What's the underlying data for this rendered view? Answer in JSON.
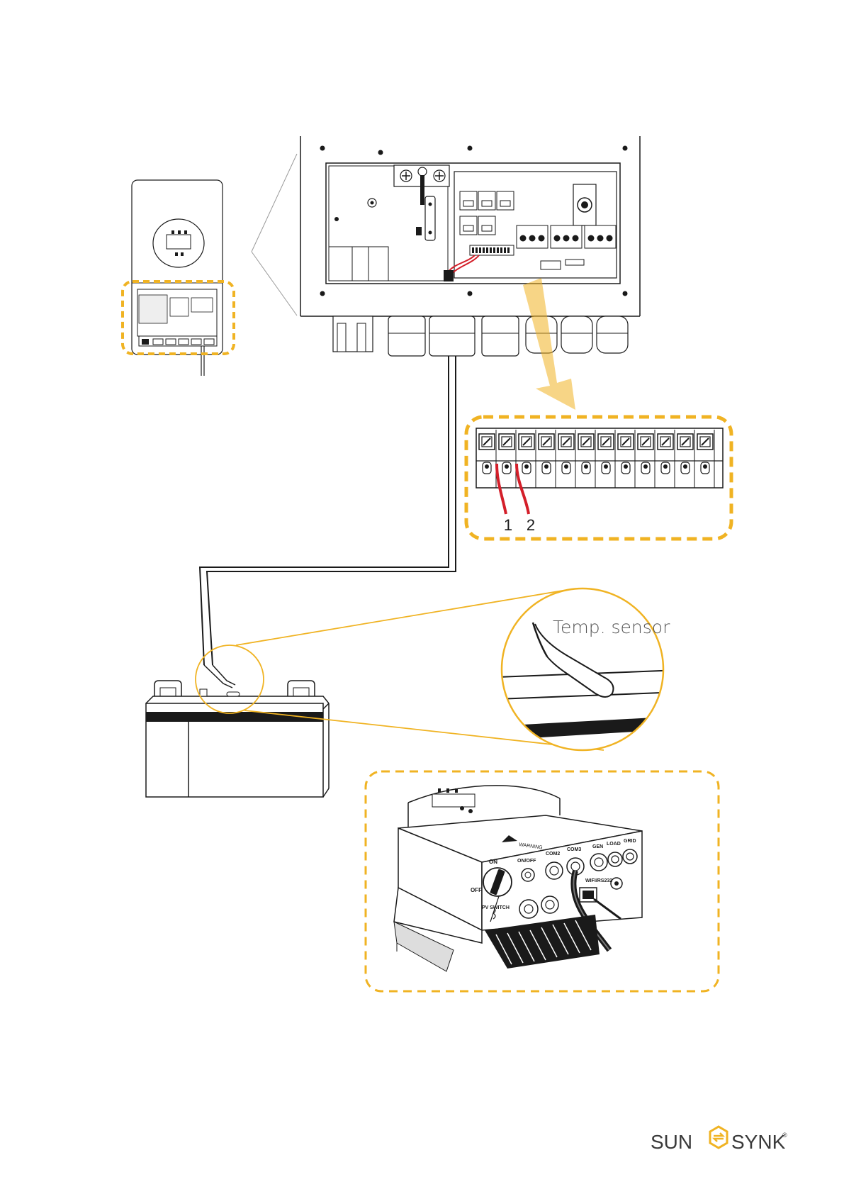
{
  "terminal_labels": [
    "1",
    "2"
  ],
  "sensor_label": "Temp. sensor",
  "unit_labels": {
    "on": "ON",
    "off": "OFF",
    "onoff": "ON/OFF",
    "com2": "COM2",
    "com3": "COM3",
    "gen": "GEN",
    "load": "LOAD",
    "grid": "GRID",
    "pv_switch": "PV SWITCH",
    "wifi": "WIFI/RS232"
  },
  "brand": {
    "left": "SUN",
    "right": "SYNK",
    "mark": "®"
  },
  "colors": {
    "highlight": "#f0b323",
    "wire": "#d41f2a",
    "line": "#1a1a1a",
    "brand_text": "#3a3a3a",
    "brand_accent": "#f0b323"
  }
}
